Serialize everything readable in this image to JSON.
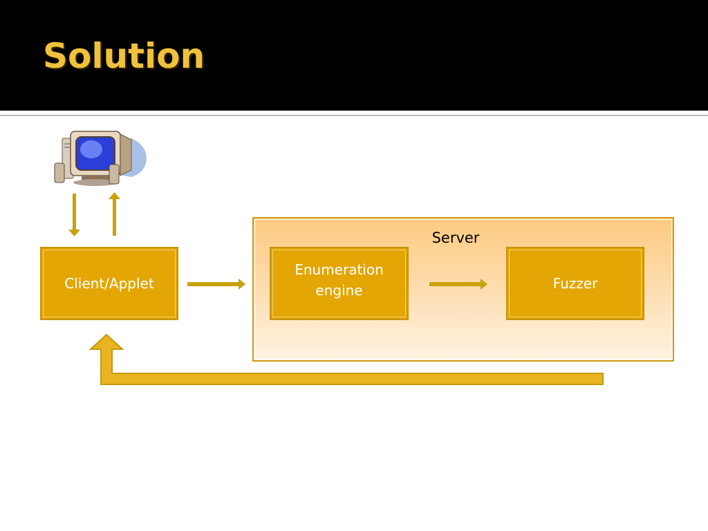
{
  "slide": {
    "title": "Solution"
  },
  "diagram": {
    "server_label": "Server",
    "nodes": {
      "client": "Client/Applet",
      "enumeration": "Enumeration engine",
      "fuzzer": "Fuzzer"
    },
    "icons": {
      "computer": "desktop-computer-icon"
    },
    "colors": {
      "title_bar": "#000000",
      "title_text": "#f0c23c",
      "node_fill": "#e3a605",
      "arrow": "#c9a10c",
      "server_gradient_top": "#fdca80",
      "server_gradient_bottom": "#fef3e2"
    }
  }
}
